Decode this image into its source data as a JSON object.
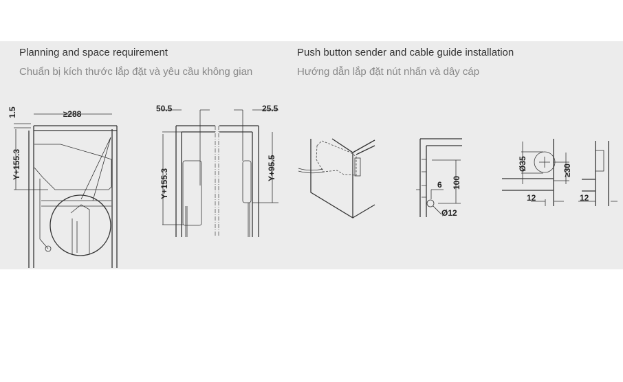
{
  "left_section": {
    "title": "Planning and space requirement",
    "subtitle": "Chuẩn bị kích thước lắp đặt và yêu cầu không gian",
    "dims": {
      "top_gap": "1.5",
      "width": "≥288",
      "height_a": "Y+155.3",
      "height_b": "Y+155.3",
      "offset_left": "50.5",
      "offset_right": "25.5",
      "height_c": "Y+95.5"
    }
  },
  "right_section": {
    "title": "Push button sender and cable guide installation",
    "subtitle": "Hướng dẫn lắp đặt nút nhấn và dây cáp",
    "dims": {
      "spacing": "100",
      "edge": "6",
      "hole": "Ø12",
      "cup": "Ø35",
      "min_height": "≥30",
      "setback_a": "12",
      "setback_b": "12"
    }
  }
}
